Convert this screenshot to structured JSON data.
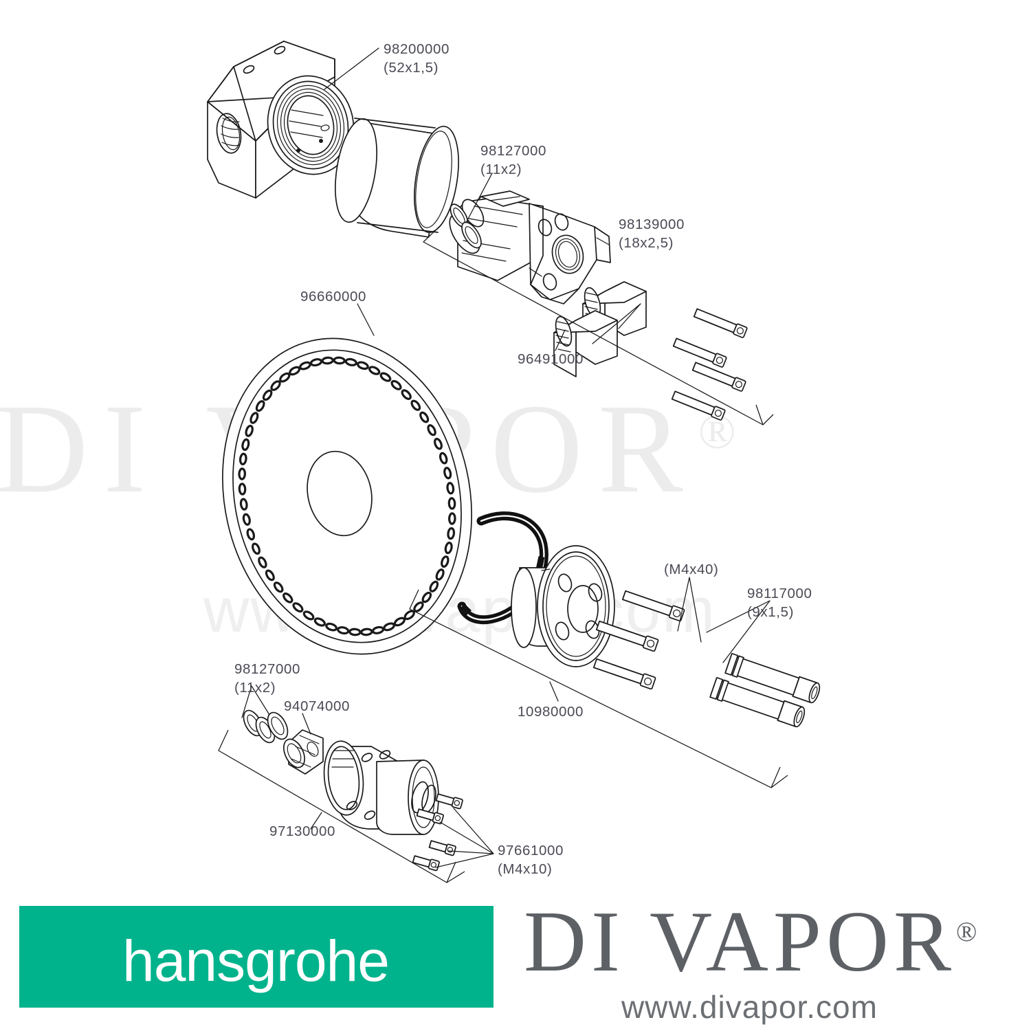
{
  "document": {
    "type": "exploded-parts-diagram",
    "background_color": "#ffffff",
    "line_color": "#1a1a1a",
    "label_color": "#4a4a54"
  },
  "watermark": {
    "brand": "DI VAPOR",
    "registered_mark": "®",
    "url": "www.divapor.com",
    "color": "#ececec"
  },
  "callouts": [
    {
      "key": "c1",
      "number": "98200000",
      "spec": "(52x1,5)"
    },
    {
      "key": "c2",
      "number": "98127000",
      "spec": "(11x2)"
    },
    {
      "key": "c3",
      "number": "98139000",
      "spec": "(18x2,5)"
    },
    {
      "key": "c4",
      "number": "96491000",
      "spec": ""
    },
    {
      "key": "c5",
      "number": "96660000",
      "spec": ""
    },
    {
      "key": "c6",
      "number": "10980000",
      "spec": ""
    },
    {
      "key": "c7",
      "number": "98117000",
      "spec": "(9x1,5)"
    },
    {
      "key": "c8",
      "number": "(M4x40)",
      "spec": ""
    },
    {
      "key": "c9",
      "number": "98127000",
      "spec": "(11x2)"
    },
    {
      "key": "c10",
      "number": "94074000",
      "spec": ""
    },
    {
      "key": "c11",
      "number": "97130000",
      "spec": ""
    },
    {
      "key": "c12",
      "number": "97661000",
      "spec": "(M4x10)"
    }
  ],
  "labels": {
    "c1_num": "98200000",
    "c1_spec": "(52x1,5)",
    "c2_num": "98127000",
    "c2_spec": "(11x2)",
    "c3_num": "98139000",
    "c3_spec": "(18x2,5)",
    "c4_num": "96491000",
    "c5_num": "96660000",
    "c6_num": "10980000",
    "c7_num": "98117000",
    "c7_spec": "(9x1,5)",
    "c8_num": "(M4x40)",
    "c9_num": "98127000",
    "c9_spec": "(11x2)",
    "c10_num": "94074000",
    "c11_num": "97130000",
    "c12_num": "97661000",
    "c12_spec": "(M4x10)"
  },
  "footer": {
    "manufacturer_logo_text": "hansgrohe",
    "manufacturer_logo_bg": "#00b38c",
    "manufacturer_logo_fg": "#ffffff",
    "retailer_name": "DI VAPOR",
    "retailer_registered_mark": "®",
    "retailer_url": "www.divapor.com",
    "retailer_color": "#5d6064"
  }
}
